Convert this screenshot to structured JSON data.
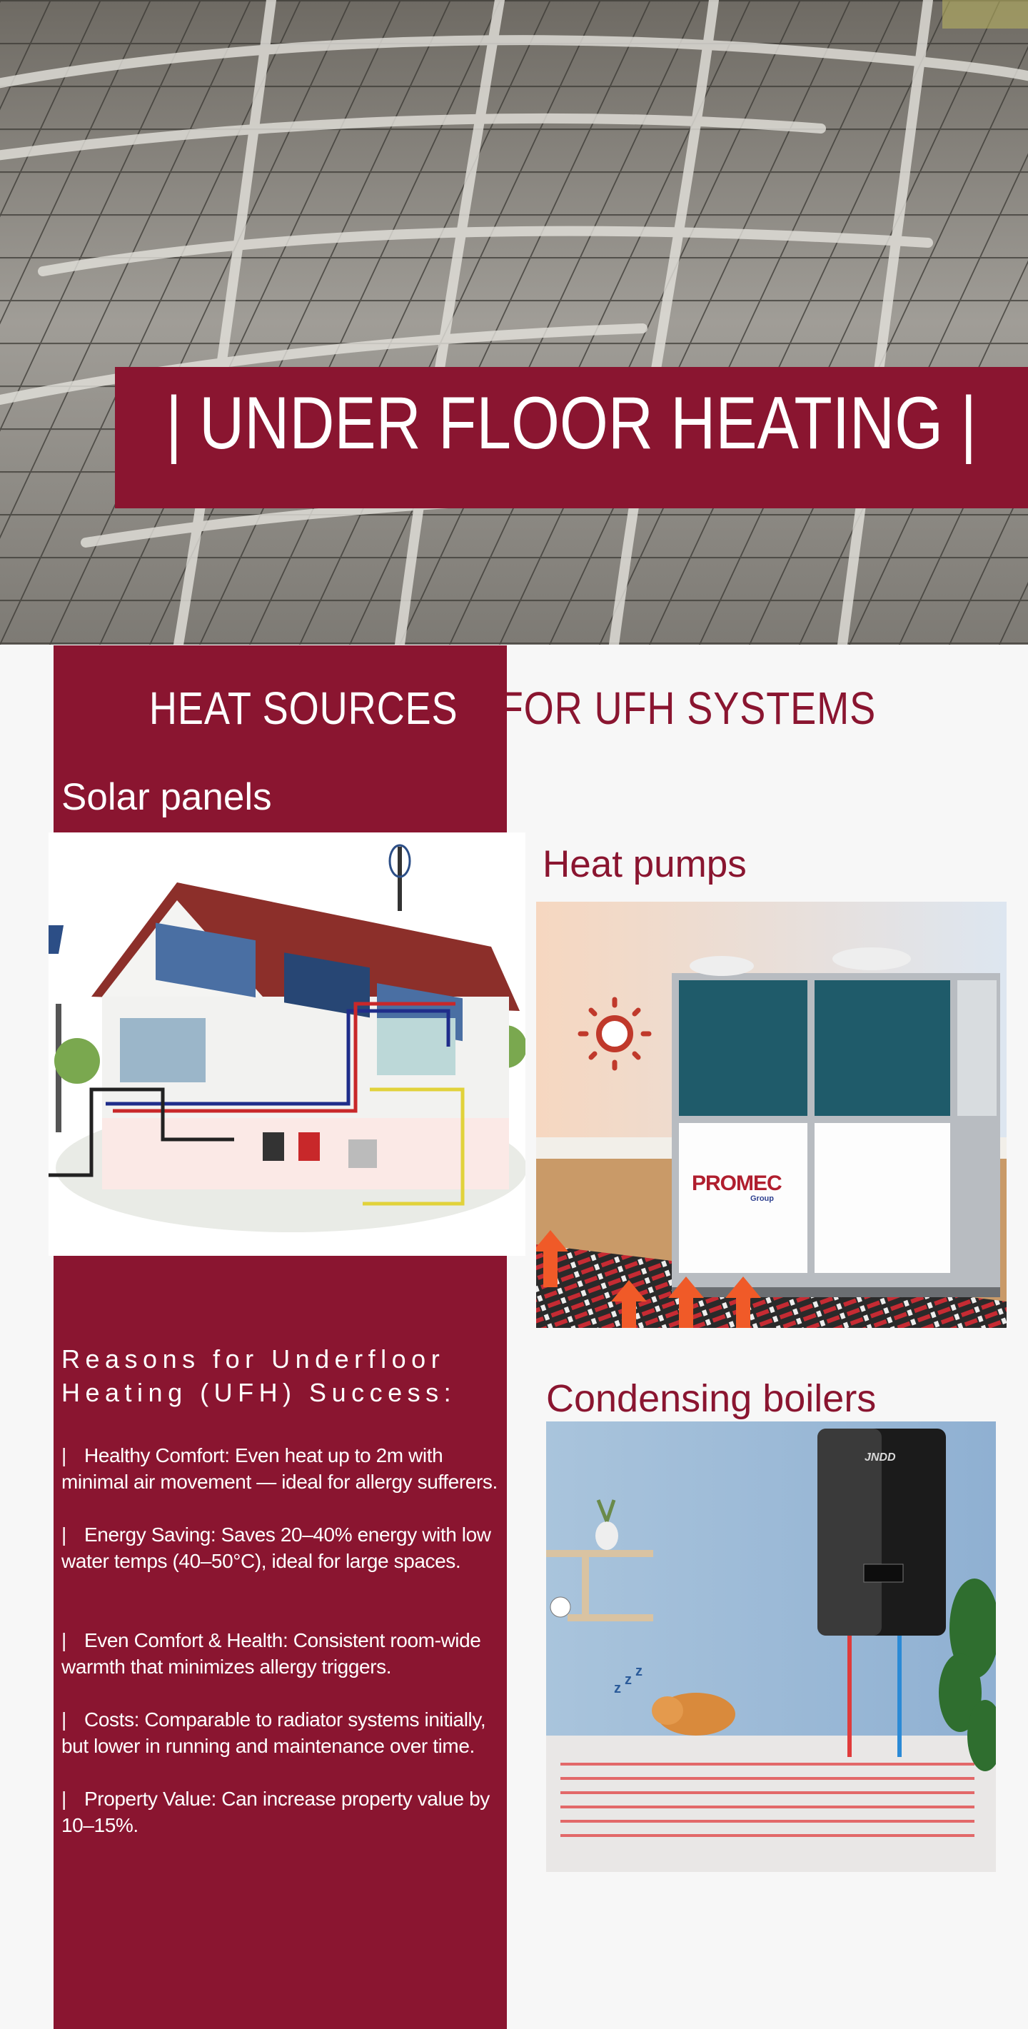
{
  "hero": {
    "title": "| UNDER FLOOR HEATING |"
  },
  "section": {
    "heading_part1": "HEAT SOURCES",
    "heading_part2": " FOR UFH SYSTEMS"
  },
  "sources": [
    {
      "label": "Solar panels"
    },
    {
      "label": "Heat pumps",
      "logo_text": "PROMEC",
      "logo_sub": "Group"
    },
    {
      "label": "Condensing boilers",
      "logo_text": "JNDD"
    }
  ],
  "reasons": {
    "title": "Reasons for Underfloor Heating (UFH) Success:",
    "bullet_mark": "|",
    "items": [
      "Healthy Comfort: Even heat up to 2m with minimal air movement — ideal for allergy sufferers.",
      "Energy Saving: Saves 20–40% energy with low water temps (40–50°C), ideal for large spaces.",
      "Even Comfort & Health: Consistent room-wide warmth that minimizes allergy triggers.",
      "Costs: Comparable to radiator systems initially, but lower in running and maintenance over time.",
      "Property Value: Can increase property value by 10–15%."
    ]
  },
  "colors": {
    "brand": "#8a1530",
    "background": "#f7f7f7",
    "text_on_brand": "#ffffff"
  }
}
